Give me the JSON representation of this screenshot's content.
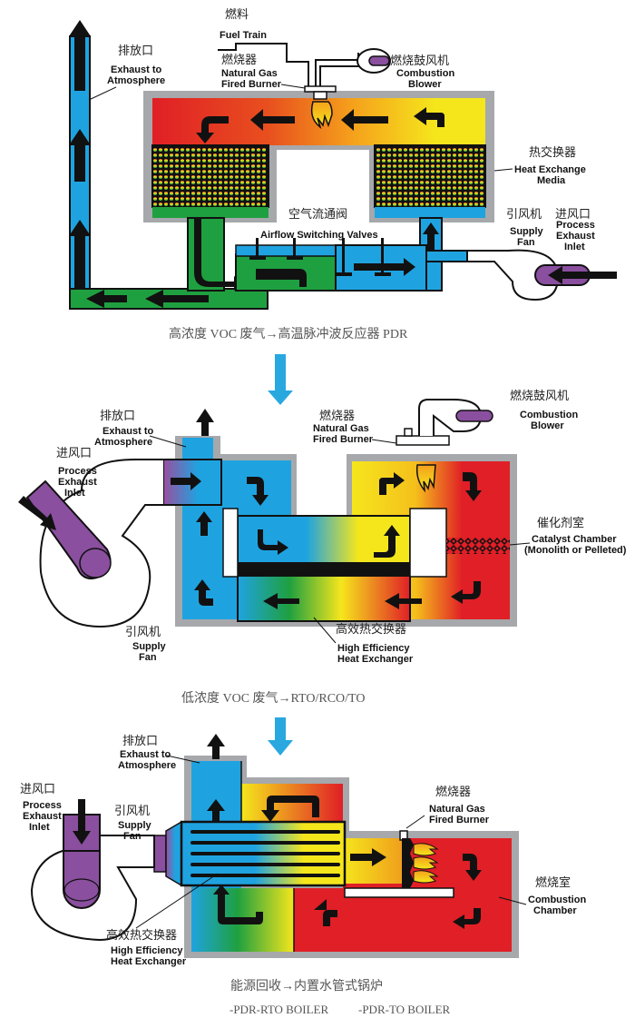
{
  "colors": {
    "blue": "#1fa3e0",
    "green": "#1fa040",
    "yellow": "#f5e61c",
    "orange": "#f08a1c",
    "red": "#e01f26",
    "purple": "#8a4f9e",
    "gray": "#a6a8ab",
    "flow_arrow_blue": "#29a8e0"
  },
  "diagram1": {
    "fuel_cn": "燃料",
    "fuel_en": "Fuel Train",
    "burner_cn": "燃烧器",
    "burner_en1": "Natural Gas",
    "burner_en2": "Fired Burner",
    "blower_cn": "燃烧鼓风机",
    "blower_en1": "Combustion",
    "blower_en2": "Blower",
    "exhaust_cn": "排放口",
    "exhaust_en1": "Exhaust to",
    "exhaust_en2": "Atmosphere",
    "hx_cn": "热交换器",
    "hx_en1": "Heat Exchange",
    "hx_en2": "Media",
    "valves_cn": "空气流通阀",
    "valves_en": "Airflow Switching Valves",
    "fan_cn": "引风机",
    "fan_en1": "Supply",
    "fan_en2": "Fan",
    "inlet_cn": "进风口",
    "inlet_en1": "Process",
    "inlet_en2": "Exhaust",
    "inlet_en3": "Inlet",
    "caption": "高浓度 VOC 废气→高温脉冲波反应器 PDR"
  },
  "diagram2": {
    "exhaust_cn": "排放口",
    "exhaust_en1": "Exhaust to",
    "exhaust_en2": "Atmosphere",
    "inlet_cn": "进风口",
    "inlet_en1": "Process",
    "inlet_en2": "Exhaust",
    "inlet_en3": "Inlet",
    "burner_cn": "燃烧器",
    "burner_en1": "Natural Gas",
    "burner_en2": "Fired Burner",
    "blower_cn": "燃烧鼓风机",
    "blower_en1": "Combustion",
    "blower_en2": "Blower",
    "catalyst_cn": "催化剂室",
    "catalyst_en1": "Catalyst Chamber",
    "catalyst_en2": "(Monolith or Pelleted)",
    "fan_cn": "引风机",
    "fan_en1": "Supply",
    "fan_en2": "Fan",
    "hx_cn": "高效热交换器",
    "hx_en1": "High Efficiency",
    "hx_en2": "Heat Exchanger",
    "caption": "低浓度 VOC 废气→RTO/RCO/TO"
  },
  "diagram3": {
    "exhaust_cn": "排放口",
    "exhaust_en1": "Exhaust to",
    "exhaust_en2": "Atmosphere",
    "inlet_cn": "进风口",
    "inlet_en1": "Process",
    "inlet_en2": "Exhaust",
    "inlet_en3": "Inlet",
    "fan_cn": "引风机",
    "fan_en1": "Supply",
    "fan_en2": "Fan",
    "burner_cn": "燃烧器",
    "burner_en1": "Natural Gas",
    "burner_en2": "Fired Burner",
    "chamber_cn": "燃烧室",
    "chamber_en1": "Combustion",
    "chamber_en2": "Chamber",
    "hx_cn": "高效热交换器",
    "hx_en1": "High Efficiency",
    "hx_en2": "Heat Exchanger",
    "caption": "能源回收→内置水管式锅炉",
    "subcaption1": "-PDR-RTO BOILER",
    "subcaption2": "-PDR-TO BOILER"
  }
}
